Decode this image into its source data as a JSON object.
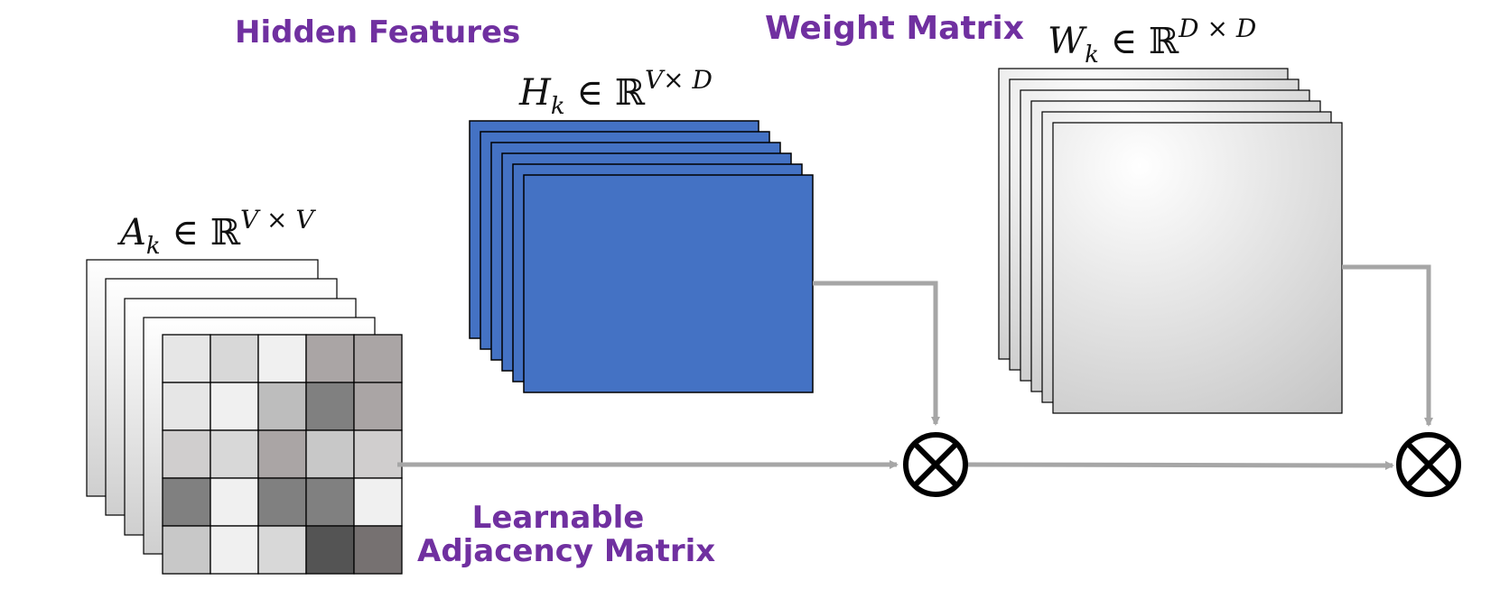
{
  "labels": {
    "hidden_features": "Hidden Features",
    "weight_matrix": "Weight Matrix",
    "learnable_line1": "Learnable",
    "learnable_line2": "Adjacency Matrix"
  },
  "math": {
    "A": {
      "base": "A",
      "sub": "k",
      "rel": " ∈  ℝ",
      "sup": "V × V"
    },
    "H": {
      "base": "H",
      "sub": "k",
      "rel": " ∈ ℝ",
      "sup": "V× D"
    },
    "W": {
      "base": "W",
      "sub": "k",
      "rel": " ∈ ℝ",
      "sup": "D × D"
    }
  },
  "adjacency_grid": [
    [
      "#e6e6e6",
      "#d8d8d8",
      "#f0f0f0",
      "#aaa5a5",
      "#aaa5a5"
    ],
    [
      "#e6e6e6",
      "#f0f0f0",
      "#bdbdbd",
      "#808080",
      "#aaa5a5"
    ],
    [
      "#d0cece",
      "#d8d8d8",
      "#aaa5a5",
      "#c8c8c8",
      "#d0cece"
    ],
    [
      "#808080",
      "#f0f0f0",
      "#808080",
      "#808080",
      "#f0f0f0"
    ],
    [
      "#c8c8c8",
      "#f0f0f0",
      "#d8d8d8",
      "#545454",
      "#767171"
    ]
  ],
  "colors": {
    "title_purple": "#7030a0",
    "hidden_blue": "#4472c4",
    "arrow_gray": "#a6a6a6",
    "stroke": "#000000"
  }
}
